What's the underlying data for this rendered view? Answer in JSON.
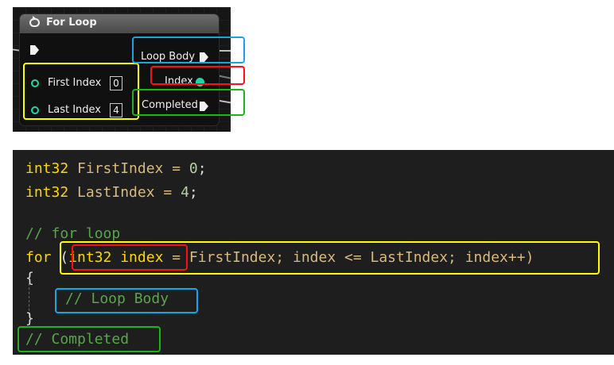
{
  "node": {
    "title": "For Loop",
    "pins": {
      "first_index_label": "First Index",
      "first_index_value": "0",
      "last_index_label": "Last Index",
      "last_index_value": "4",
      "loop_body_label": "Loop Body",
      "index_label": "Index",
      "completed_label": "Completed"
    }
  },
  "code": {
    "line1": {
      "type": "int32",
      "rest": " FirstIndex = ",
      "num": "0",
      "end": ";"
    },
    "line2": {
      "type": "int32",
      "rest": " LastIndex = ",
      "num": "4",
      "end": ";"
    },
    "line4": "// for loop",
    "line5": {
      "kw": "for",
      "open": " (",
      "decl": "int32 index",
      "rest": " = FirstIndex; index <= LastIndex; index++)"
    },
    "line6": "{",
    "line7": "// Loop Body",
    "line8": "}",
    "line9": "// Completed"
  },
  "colors": {
    "first_last_highlight": "#ffff00",
    "loop_body_highlight": "#1aa3ea",
    "index_highlight": "#ff1010",
    "completed_highlight": "#1db31d",
    "int_pin": "#1ed6a8"
  }
}
